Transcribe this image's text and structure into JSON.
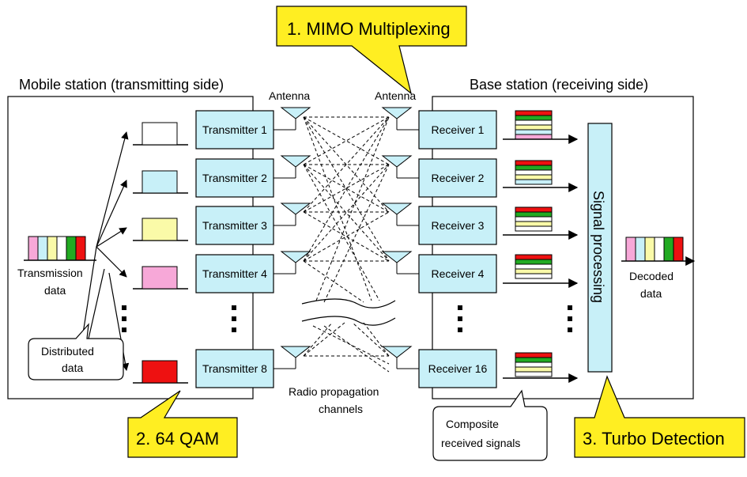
{
  "callouts": {
    "mimo": "1. MIMO Multiplexing",
    "qam": "2. 64 QAM",
    "turbo": "3. Turbo Detection"
  },
  "sections": {
    "mobile": "Mobile station (transmitting side)",
    "base": "Base station (receiving side)"
  },
  "labels": {
    "antenna_tx": "Antenna",
    "antenna_rx": "Antenna",
    "transmission_data_1": "Transmission",
    "transmission_data_2": "data",
    "distributed_1": "Distributed",
    "distributed_2": "data",
    "radio_1": "Radio propagation",
    "radio_2": "channels",
    "composite_1": "Composite",
    "composite_2": "received signals",
    "decoded_1": "Decoded",
    "decoded_2": "data",
    "signal_processing": "Signal processing"
  },
  "transmitters": [
    "Transmitter 1",
    "Transmitter 2",
    "Transmitter 3",
    "Transmitter 4",
    "Transmitter 8"
  ],
  "receivers": [
    "Receiver 1",
    "Receiver 2",
    "Receiver 3",
    "Receiver 4",
    "Receiver 16"
  ],
  "colors": {
    "box_fill": "#c8f0f8",
    "callout_fill": "#ffee22",
    "pink": "#f7a8d8",
    "cyan": "#c8f0f8",
    "yellow": "#fafaa8",
    "green": "#22aa22",
    "red": "#ee1111",
    "white": "#ffffff"
  }
}
